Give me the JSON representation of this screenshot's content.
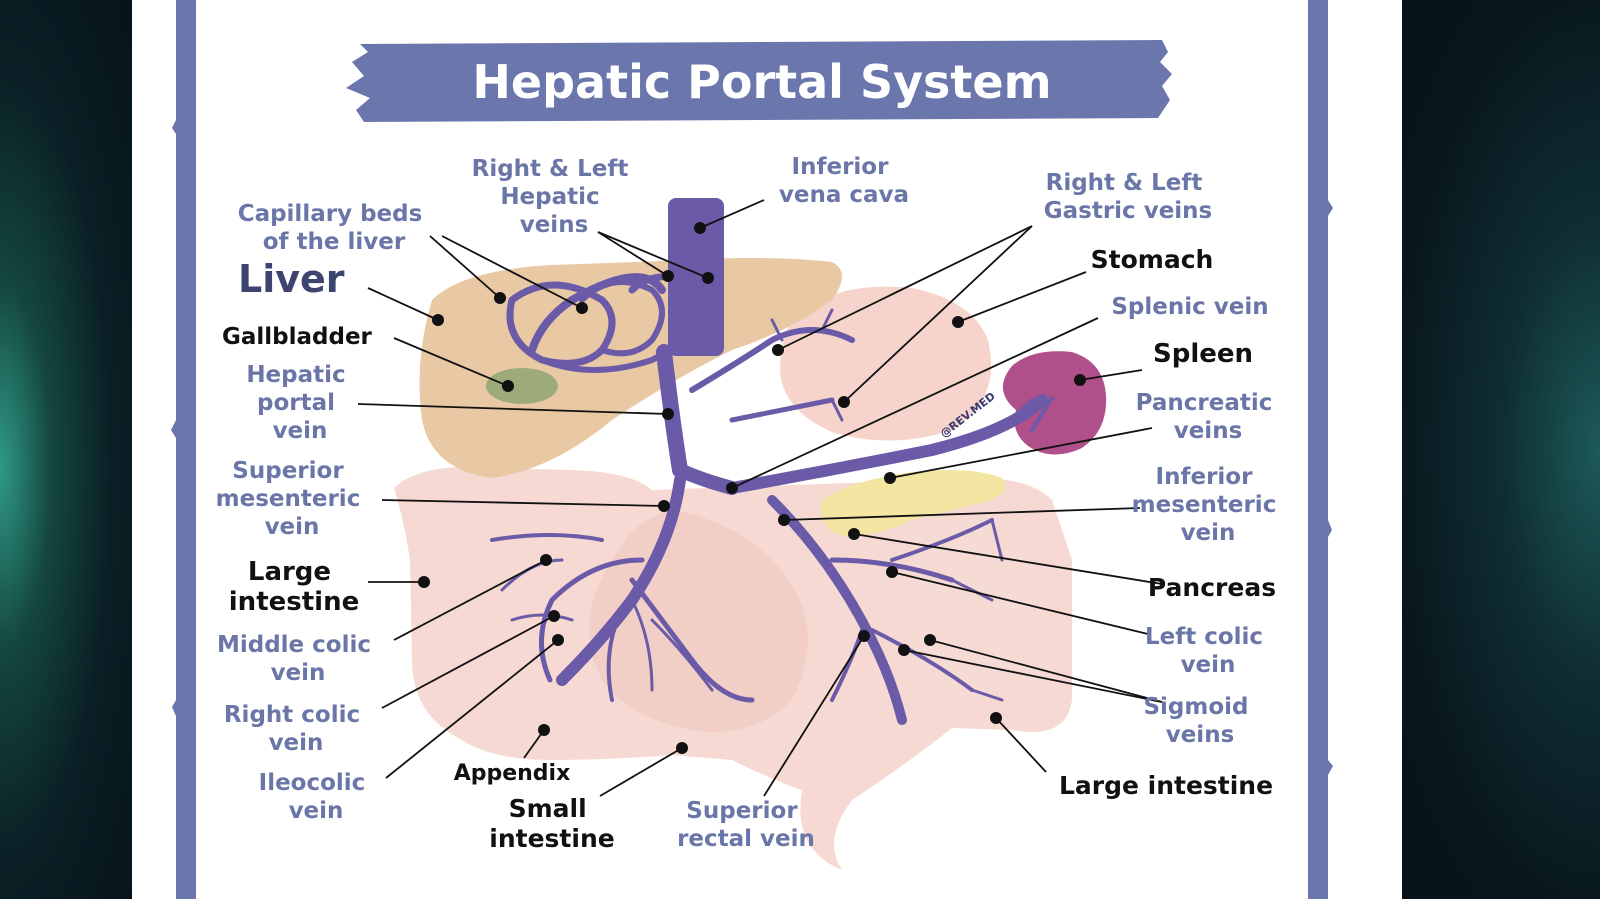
{
  "title": "Hepatic Portal System",
  "watermark": "@REV.MED",
  "colors": {
    "frame": "#6b76ad",
    "vein": "#6a5aa8",
    "label_blue": "#6b76a8",
    "label_black": "#111111",
    "liver": "#e9c9a4",
    "intestine": "#f6d9d2",
    "spleen": "#b0508a",
    "gallbladder": "#9dab7a",
    "pancreas": "#f2e6a2",
    "title_bg": "#6b76ad"
  },
  "labels": {
    "capillary_beds": [
      "Capillary beds",
      "of the liver"
    ],
    "liver": "Liver",
    "gallbladder": "Gallbladder",
    "hepatic_portal_vein": [
      "Hepatic",
      "portal",
      "vein"
    ],
    "superior_mesenteric_vein": [
      "Superior",
      "mesenteric",
      "vein"
    ],
    "large_intestine_left": [
      "Large",
      "intestine"
    ],
    "middle_colic_vein": [
      "Middle colic",
      "vein"
    ],
    "right_colic_vein": [
      "Right colic",
      "vein"
    ],
    "ileocolic_vein": [
      "Ileocolic",
      "vein"
    ],
    "appendix": "Appendix",
    "small_intestine": [
      "Small",
      "intestine"
    ],
    "superior_rectal_vein": [
      "Superior",
      "rectal vein"
    ],
    "right_left_hepatic_veins": [
      "Right & Left",
      "Hepatic",
      "veins"
    ],
    "inferior_vena_cava": [
      "Inferior",
      "vena cava"
    ],
    "right_left_gastric_veins": [
      "Right & Left",
      "Gastric veins"
    ],
    "stomach": "Stomach",
    "splenic_vein": "Splenic vein",
    "spleen": "Spleen",
    "pancreatic_veins": [
      "Pancreatic",
      "veins"
    ],
    "inferior_mesenteric_vein": [
      "Inferior",
      "mesenteric",
      "vein"
    ],
    "pancreas": "Pancreas",
    "left_colic_vein": [
      "Left colic",
      "vein"
    ],
    "sigmoid_veins": [
      "Sigmoid",
      "veins"
    ],
    "large_intestine_right": "Large intestine"
  }
}
